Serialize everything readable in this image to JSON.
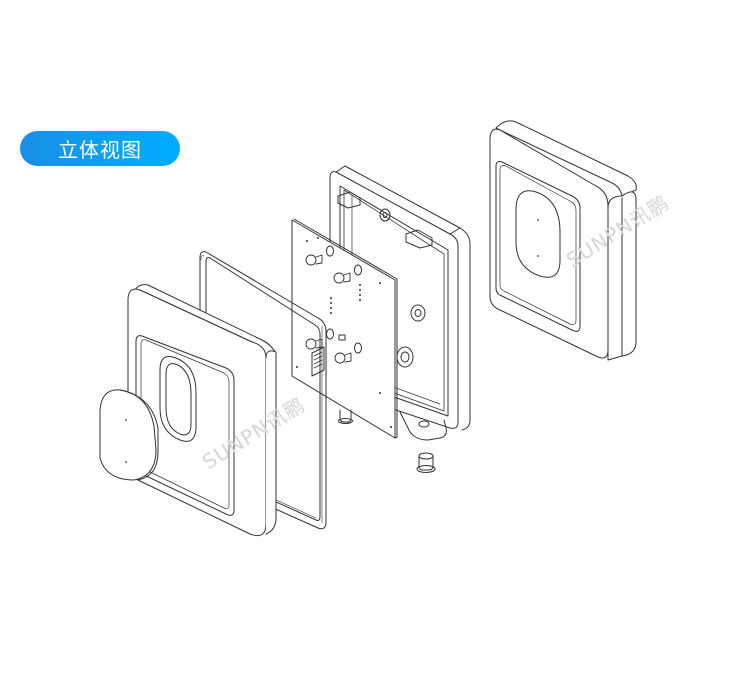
{
  "badge": {
    "label": "立体视图",
    "color_start": "#1a8ee6",
    "color_end": "#00acff"
  },
  "watermark": {
    "text": "SUNPN讯鹏"
  },
  "illustration": {
    "type": "exploded-view",
    "parts": [
      "front-cover-with-button",
      "gasket-frame",
      "pcb-board",
      "rear-housing",
      "screw",
      "assembled-device"
    ]
  }
}
